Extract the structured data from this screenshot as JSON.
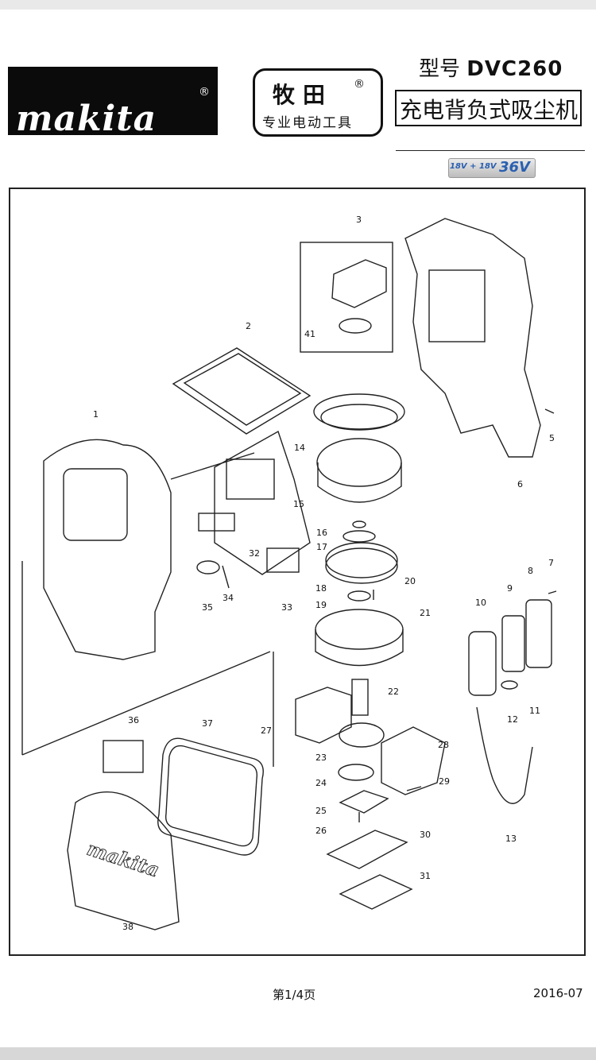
{
  "header": {
    "logo_text": "makita",
    "logo_reg": "®",
    "brand_name": "牧田",
    "brand_reg": "®",
    "brand_sub": "专业电动工具",
    "model_prefix": "型号",
    "model_code": "DVC260",
    "product_name": "充电背负式吸尘机",
    "voltage_badge": "18V + 18V",
    "voltage_total": "36V"
  },
  "diagram": {
    "part_numbers": [
      "1",
      "2",
      "3",
      "5",
      "6",
      "7",
      "8",
      "9",
      "10",
      "11",
      "12",
      "13",
      "14",
      "15",
      "16",
      "17",
      "18",
      "19",
      "20",
      "21",
      "22",
      "23",
      "24",
      "25",
      "26",
      "27",
      "28",
      "29",
      "30",
      "31",
      "32",
      "33",
      "34",
      "35",
      "36",
      "37",
      "38",
      "41"
    ],
    "cover_logo": "makita"
  },
  "footer": {
    "page": "第1/4页",
    "date": "2016-07"
  }
}
